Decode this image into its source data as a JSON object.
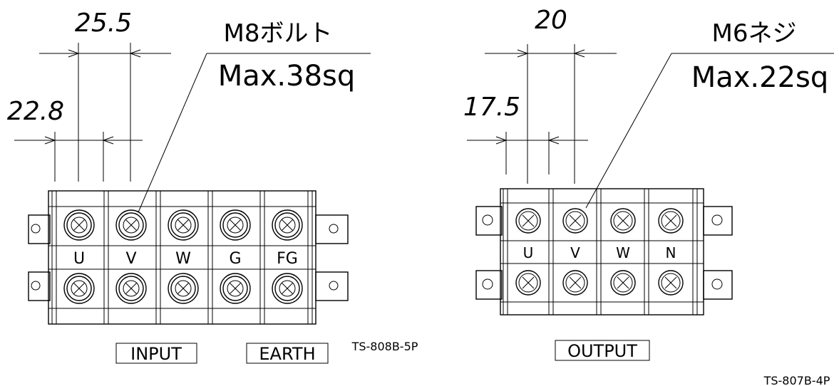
{
  "left_block": {
    "pitch": "25.5",
    "width": "22.8",
    "screw": "M8ボルト",
    "capacity": "Max.38sq",
    "terminals": [
      "U",
      "V",
      "W",
      "G",
      "FG"
    ],
    "boxes": [
      "INPUT",
      "EARTH"
    ],
    "model": "TS-808B-5P"
  },
  "right_block": {
    "pitch": "20",
    "width": "17.5",
    "screw": "M6ネジ",
    "capacity": "Max.22sq",
    "terminals": [
      "U",
      "V",
      "W",
      "N"
    ],
    "boxes": [
      "OUTPUT"
    ],
    "model": "TS-807B-4P"
  }
}
